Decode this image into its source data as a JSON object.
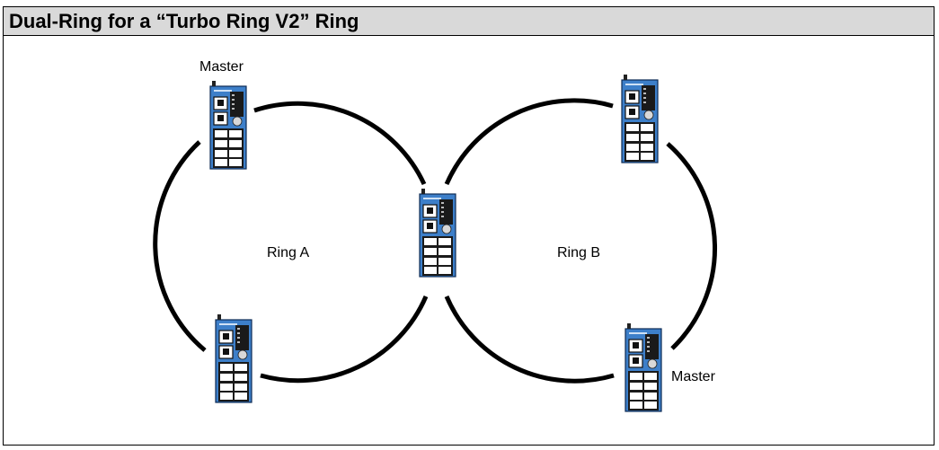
{
  "header": {
    "title": "Dual-Ring for a “Turbo Ring V2” Ring"
  },
  "diagram": {
    "ring_a_label": "Ring A",
    "ring_b_label": "Ring B",
    "master_label_top_left": "Master",
    "master_label_bottom_right": "Master",
    "ring_color": "#000000",
    "switch_body_color": "#3d7fc9",
    "switch_dark_color": "#1a1a1a",
    "switch_icon": "ethernet-switch-icon"
  }
}
